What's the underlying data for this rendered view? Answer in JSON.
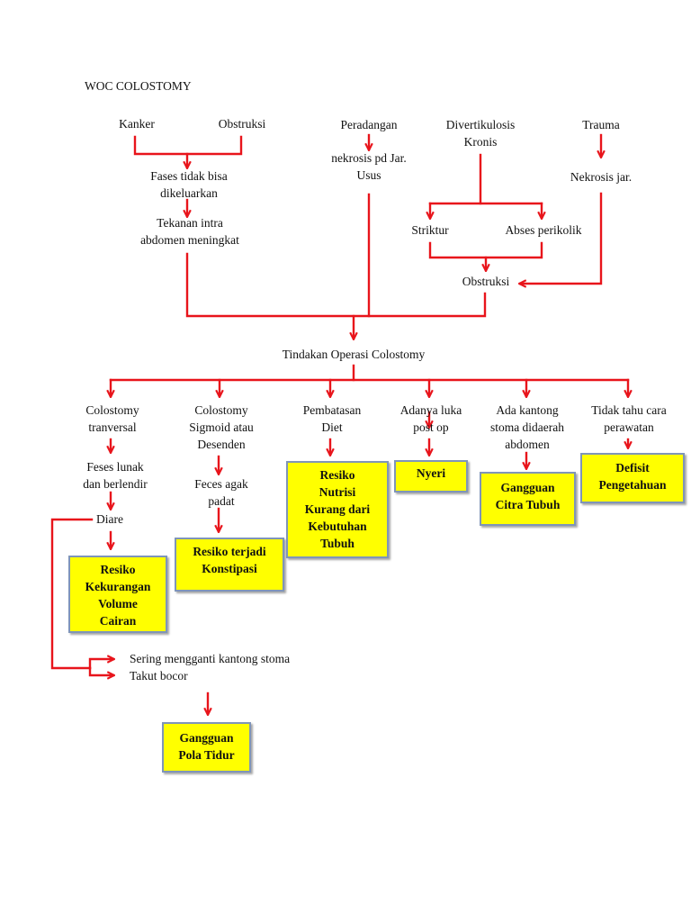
{
  "title": "WOC COLOSTOMY",
  "causes": {
    "kanker": "Kanker",
    "obstruksi": "Obstruksi",
    "peradangan": "Peradangan",
    "divertikulosis_1": "Divertikulosis",
    "divertikulosis_2": "Kronis",
    "trauma": "Trauma"
  },
  "intermediate": {
    "fases_1": "Fases tidak bisa",
    "fases_2": "dikeluarkan",
    "tekanan_1": "Tekanan intra",
    "tekanan_2": "abdomen meningkat",
    "nekrosis_pd_1": "nekrosis pd Jar.",
    "nekrosis_pd_2": "Usus",
    "striktur": "Striktur",
    "abses": "Abses perikolik",
    "nekrosis_jar": "Nekrosis jar.",
    "obstruksi2": "Obstruksi"
  },
  "center": "Tindakan Operasi Colostomy",
  "branches": {
    "b1_1": "Colostomy",
    "b1_2": "tranversal",
    "b2_1": "Colostomy",
    "b2_2": "Sigmoid atau",
    "b2_3": "Desenden",
    "b3_1": "Pembatasan",
    "b3_2": "Diet",
    "b4_1": "Adanya luka",
    "b4_2": "post op",
    "b5_1": "Ada kantong",
    "b5_2": "stoma didaerah",
    "b5_3": "abdomen",
    "b6_1": "Tidak tahu cara",
    "b6_2": "perawatan"
  },
  "sub": {
    "feses_lunak_1": "Feses lunak",
    "feses_lunak_2": "dan berlendir",
    "diare": "Diare",
    "feces_agak_1": "Feces agak",
    "feces_agak_2": "padat",
    "sering": "Sering mengganti kantong stoma",
    "takut": "Takut bocor"
  },
  "diagnoses": {
    "d1_1": "Resiko",
    "d1_2": "Kekurangan",
    "d1_3": "Volume",
    "d1_4": "Cairan",
    "d2_1": "Resiko terjadi",
    "d2_2": "Konstipasi",
    "d3_1": "Resiko",
    "d3_2": "Nutrisi",
    "d3_3": "Kurang dari",
    "d3_4": "Kebutuhan",
    "d3_5": "Tubuh",
    "d4_1": "Nyeri",
    "d5_1": "Gangguan",
    "d5_2": "Citra Tubuh",
    "d6_1": "Defisit",
    "d6_2": "Pengetahuan",
    "d7_1": "Gangguan",
    "d7_2": "Pola Tidur"
  },
  "colors": {
    "line": "#e8141b",
    "box_fill": "#ffff00",
    "box_border": "#7f95b8"
  }
}
